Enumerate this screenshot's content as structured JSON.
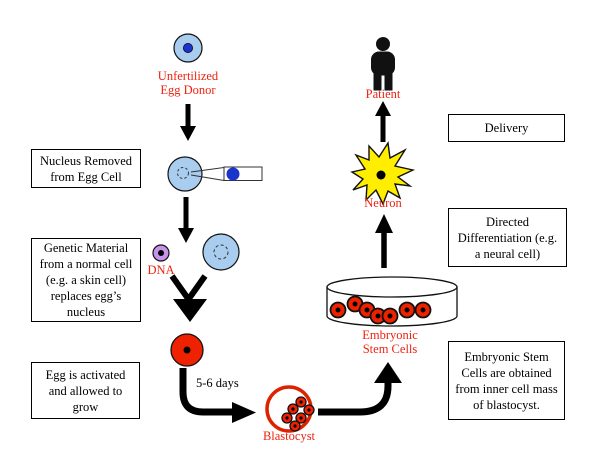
{
  "title": "Therapeutic cloning / embryonic stem cell derivation diagram",
  "colors": {
    "label_red": "#ee2211",
    "egg_blue": "#a8cdee",
    "nucleus_blue": "#1a35cc",
    "dna_purple": "#c793ea",
    "cell_red": "#ee2200",
    "blastocyst_red": "#dd2200",
    "neuron_yellow": "#ffee00",
    "line_black": "#000000"
  },
  "boxes": {
    "nucleus_removed": {
      "lines": [
        "Nucleus Removed",
        "from Egg Cell"
      ]
    },
    "genetic_material": {
      "lines": [
        "Genetic Material",
        "from a normal cell",
        "(e.g. a skin cell)",
        "replaces egg’s",
        "nucleus"
      ]
    },
    "egg_activated": {
      "lines": [
        "Egg is activated",
        "and allowed to",
        "grow"
      ]
    },
    "delivery": {
      "lines": [
        "Delivery"
      ]
    },
    "directed_differentiation": {
      "lines": [
        "Directed",
        "Differentiation (e.g.",
        "a neural cell)"
      ]
    },
    "escells_obtained": {
      "lines": [
        "Embryonic Stem",
        "Cells are obtained",
        "from inner cell mass",
        "of blastocyst."
      ]
    }
  },
  "labels": {
    "unfertilized_egg_donor": {
      "lines": [
        "Unfertilized",
        "Egg Donor"
      ]
    },
    "dna": "DNA",
    "five_six_days": "5-6 days",
    "blastocyst": "Blastocyst",
    "embryonic_stem_cells": {
      "lines": [
        "Embryonic",
        "Stem Cells"
      ]
    },
    "neuron": "Neuron",
    "patient": "Patient"
  },
  "icons": {
    "unfertilized_egg": "egg cell with nucleus",
    "pipette": "micropipette removing nucleus",
    "enucleated_egg": "egg cell without nucleus (dashed)",
    "dna_cell": "donor genetic material",
    "activated_egg": "activated red egg cell",
    "blastocyst": "blastocyst with inner cell mass",
    "petri_dish": "culture dish with stem cells",
    "neuron": "neuron starburst",
    "patient": "patient person pictogram"
  }
}
